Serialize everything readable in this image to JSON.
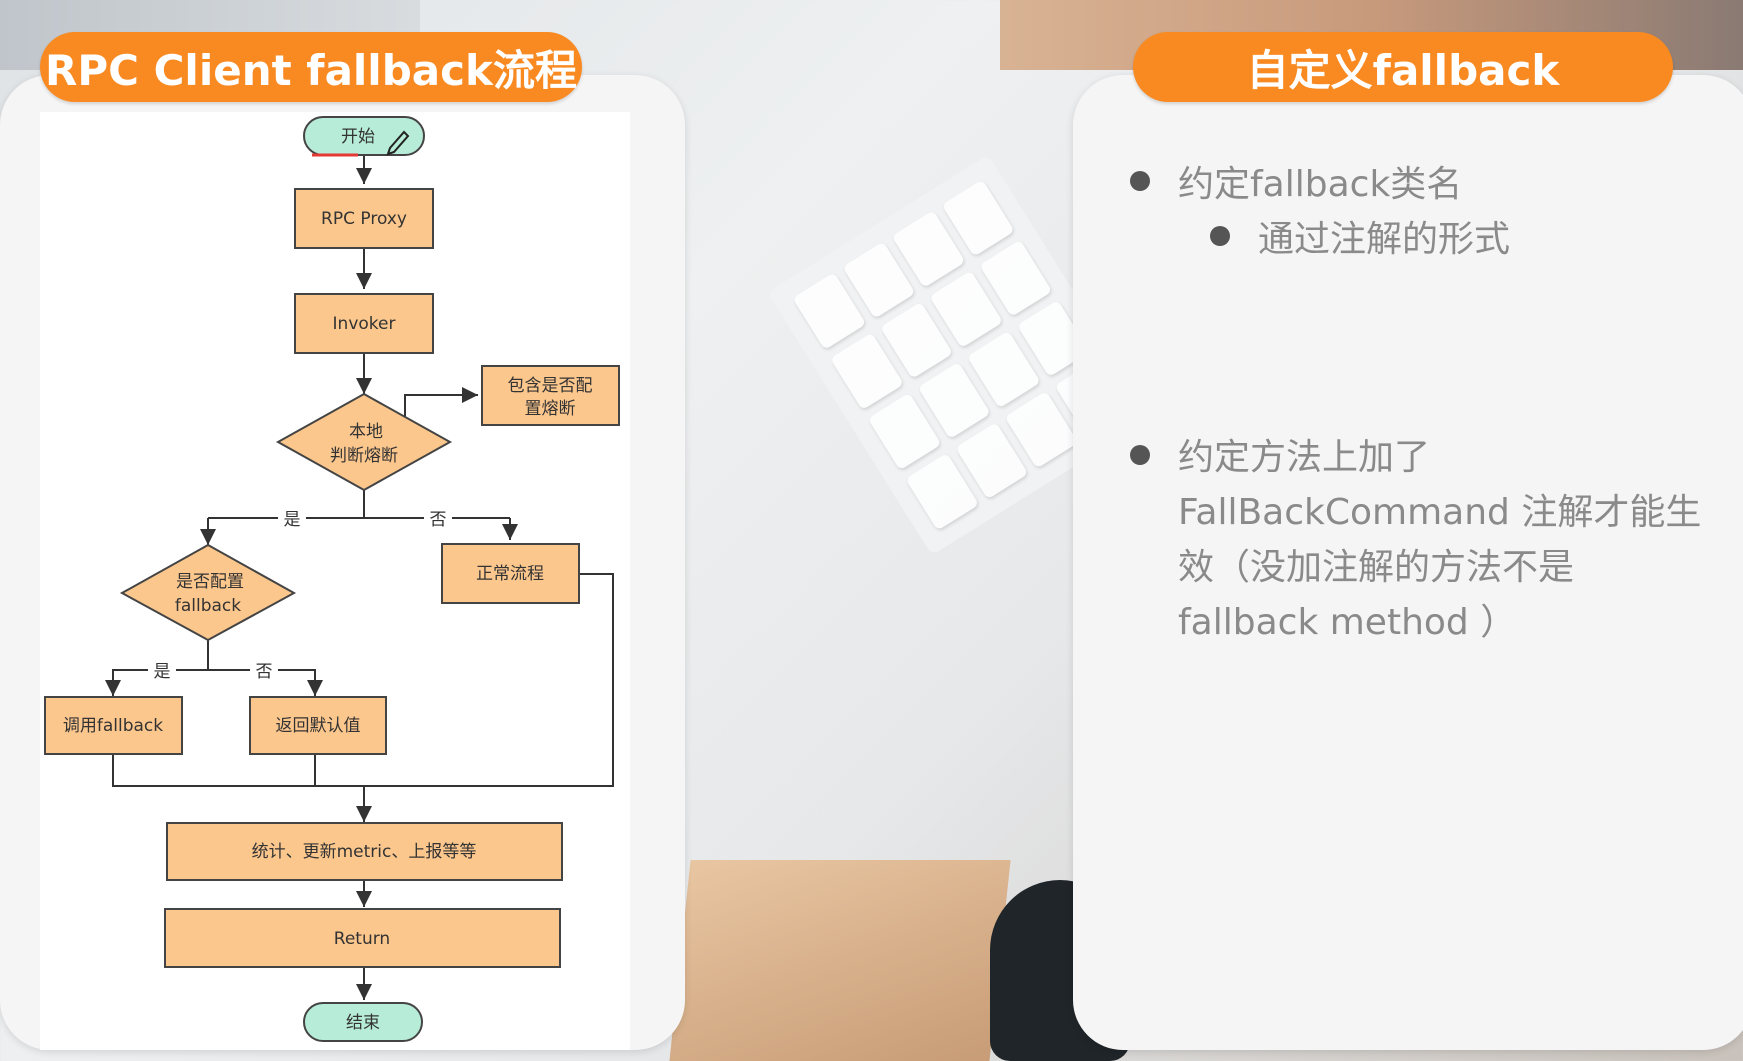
{
  "left_panel": {
    "title": "RPC Client fallback流程"
  },
  "right_panel": {
    "title": "自定义fallback",
    "bullets": [
      {
        "text": "约定fallback类名",
        "sub": "通过注解的形式"
      },
      {
        "lines": [
          "约定方法上加了",
          "FallBackCommand 注解才能生",
          "效（没加注解的方法不是",
          "fallback method ）"
        ]
      }
    ]
  },
  "flowchart": {
    "start": "开始",
    "proxy": "RPC Proxy",
    "invoker": "Invoker",
    "local_check": [
      "本地",
      "判断熔断"
    ],
    "contains_config": [
      "包含是否配",
      "置熔断"
    ],
    "yes": "是",
    "no": "否",
    "fallback_check": [
      "是否配置",
      "fallback"
    ],
    "normal_flow": "正常流程",
    "call_fallback": "调用fallback",
    "return_default": "返回默认值",
    "stats": "统计、更新metric、上报等等",
    "return": "Return",
    "end": "结束"
  },
  "colors": {
    "accent": "#f98a22",
    "node_fill": "#fcc78d",
    "node_stroke": "#444444",
    "terminal_fill": "#b7ecd9",
    "bullet_text": "#8a8a8a",
    "panel_bg": "#f5f5f5"
  },
  "icons": [
    "pencil-icon",
    "bullet-dot-icon"
  ]
}
